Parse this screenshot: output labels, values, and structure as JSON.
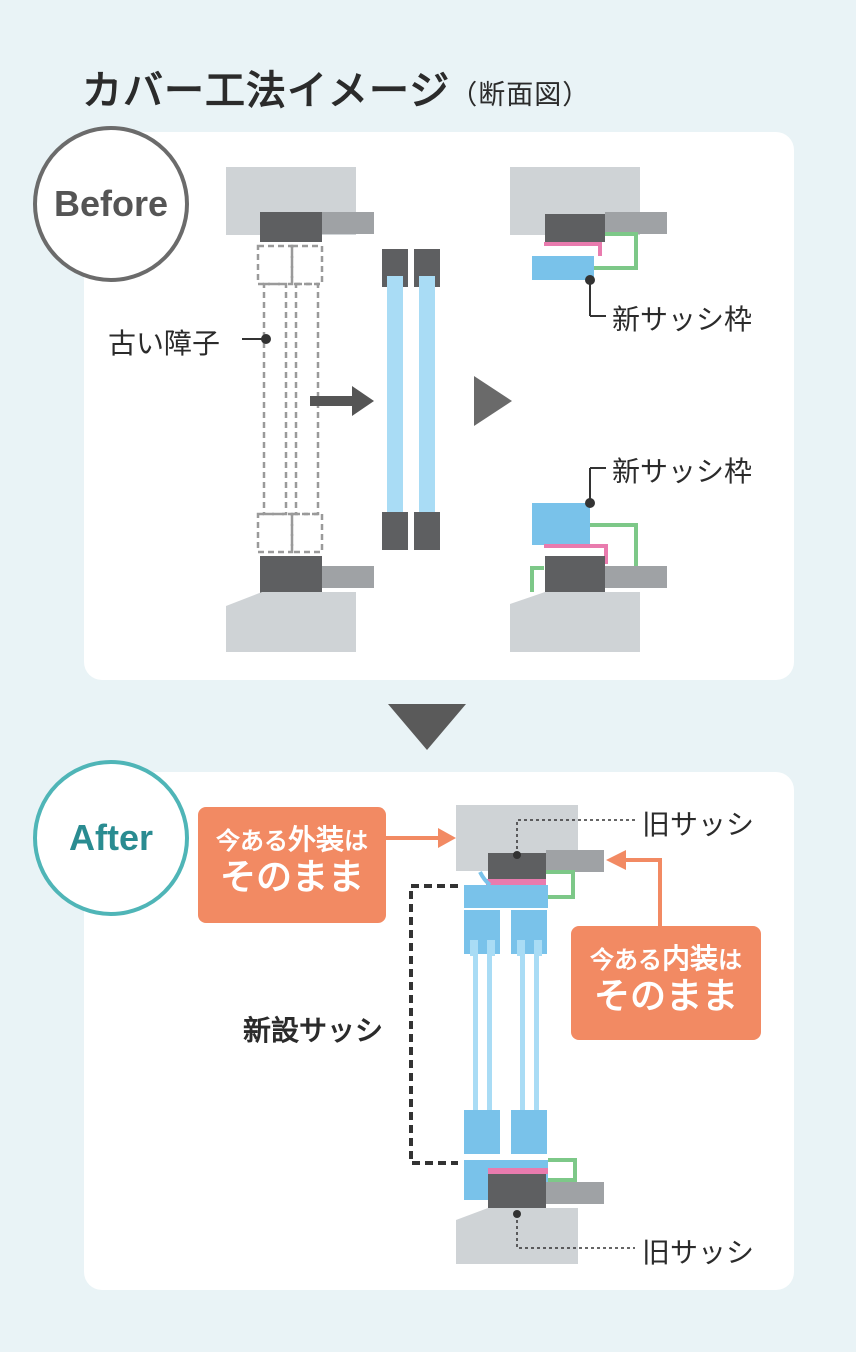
{
  "title": {
    "main": "カバー工法イメージ",
    "sub": "（断面図）"
  },
  "before": {
    "badge": "Before",
    "old_shoji_label": "古い障子",
    "new_frame_label_top": "新サッシ枠",
    "new_frame_label_bottom": "新サッシ枠"
  },
  "after": {
    "badge": "After",
    "exterior_callout": {
      "prefix": "今ある",
      "emph": "外装",
      "suffix": "は",
      "line2": "そのまま"
    },
    "interior_callout": {
      "prefix": "今ある",
      "emph": "内装",
      "suffix": "は",
      "line2": "そのまま"
    },
    "old_sash_top": "旧サッシ",
    "old_sash_bottom": "旧サッシ",
    "new_sash": "新設サッシ"
  },
  "colors": {
    "wall": "#cfd3d6",
    "frame_dark": "#5e5f61",
    "frame_mid": "#9fa2a5",
    "glass": "#a9dcf5",
    "new_frame": "#79c2ea",
    "pink": "#e97bae",
    "green": "#7dc888",
    "orange": "#f28a63",
    "teal": "#4fb5b7"
  }
}
